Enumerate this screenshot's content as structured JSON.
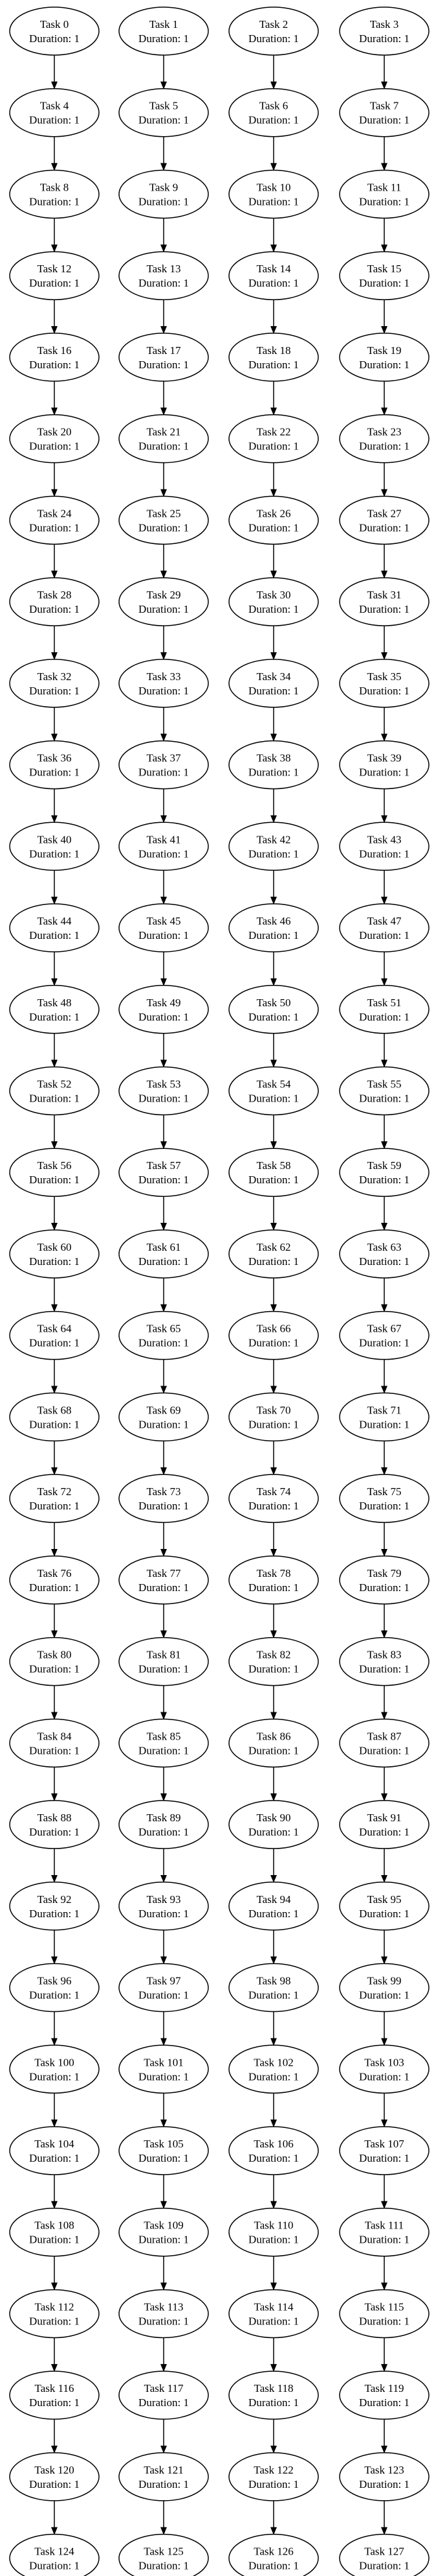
{
  "diagram": {
    "type": "dependency-graph",
    "columns": 4,
    "duration_prefix": "Duration: ",
    "line_color": "#000000",
    "fill_color": "#ffffff",
    "nodes": [
      {
        "label": "Task 0",
        "duration": 1
      },
      {
        "label": "Task 1",
        "duration": 1
      },
      {
        "label": "Task 2",
        "duration": 1
      },
      {
        "label": "Task 3",
        "duration": 1
      },
      {
        "label": "Task 4",
        "duration": 1
      },
      {
        "label": "Task 5",
        "duration": 1
      },
      {
        "label": "Task 6",
        "duration": 1
      },
      {
        "label": "Task 7",
        "duration": 1
      },
      {
        "label": "Task 8",
        "duration": 1
      },
      {
        "label": "Task 9",
        "duration": 1
      },
      {
        "label": "Task 10",
        "duration": 1
      },
      {
        "label": "Task 11",
        "duration": 1
      },
      {
        "label": "Task 12",
        "duration": 1
      },
      {
        "label": "Task 13",
        "duration": 1
      },
      {
        "label": "Task 14",
        "duration": 1
      },
      {
        "label": "Task 15",
        "duration": 1
      },
      {
        "label": "Task 16",
        "duration": 1
      },
      {
        "label": "Task 17",
        "duration": 1
      },
      {
        "label": "Task 18",
        "duration": 1
      },
      {
        "label": "Task 19",
        "duration": 1
      },
      {
        "label": "Task 20",
        "duration": 1
      },
      {
        "label": "Task 21",
        "duration": 1
      },
      {
        "label": "Task 22",
        "duration": 1
      },
      {
        "label": "Task 23",
        "duration": 1
      },
      {
        "label": "Task 24",
        "duration": 1
      },
      {
        "label": "Task 25",
        "duration": 1
      },
      {
        "label": "Task 26",
        "duration": 1
      },
      {
        "label": "Task 27",
        "duration": 1
      },
      {
        "label": "Task 28",
        "duration": 1
      },
      {
        "label": "Task 29",
        "duration": 1
      },
      {
        "label": "Task 30",
        "duration": 1
      },
      {
        "label": "Task 31",
        "duration": 1
      },
      {
        "label": "Task 32",
        "duration": 1
      },
      {
        "label": "Task 33",
        "duration": 1
      },
      {
        "label": "Task 34",
        "duration": 1
      },
      {
        "label": "Task 35",
        "duration": 1
      },
      {
        "label": "Task 36",
        "duration": 1
      },
      {
        "label": "Task 37",
        "duration": 1
      },
      {
        "label": "Task 38",
        "duration": 1
      },
      {
        "label": "Task 39",
        "duration": 1
      },
      {
        "label": "Task 40",
        "duration": 1
      },
      {
        "label": "Task 41",
        "duration": 1
      },
      {
        "label": "Task 42",
        "duration": 1
      },
      {
        "label": "Task 43",
        "duration": 1
      },
      {
        "label": "Task 44",
        "duration": 1
      },
      {
        "label": "Task 45",
        "duration": 1
      },
      {
        "label": "Task 46",
        "duration": 1
      },
      {
        "label": "Task 47",
        "duration": 1
      },
      {
        "label": "Task 48",
        "duration": 1
      },
      {
        "label": "Task 49",
        "duration": 1
      },
      {
        "label": "Task 50",
        "duration": 1
      },
      {
        "label": "Task 51",
        "duration": 1
      },
      {
        "label": "Task 52",
        "duration": 1
      },
      {
        "label": "Task 53",
        "duration": 1
      },
      {
        "label": "Task 54",
        "duration": 1
      },
      {
        "label": "Task 55",
        "duration": 1
      },
      {
        "label": "Task 56",
        "duration": 1
      },
      {
        "label": "Task 57",
        "duration": 1
      },
      {
        "label": "Task 58",
        "duration": 1
      },
      {
        "label": "Task 59",
        "duration": 1
      },
      {
        "label": "Task 60",
        "duration": 1
      },
      {
        "label": "Task 61",
        "duration": 1
      },
      {
        "label": "Task 62",
        "duration": 1
      },
      {
        "label": "Task 63",
        "duration": 1
      },
      {
        "label": "Task 64",
        "duration": 1
      },
      {
        "label": "Task 65",
        "duration": 1
      },
      {
        "label": "Task 66",
        "duration": 1
      },
      {
        "label": "Task 67",
        "duration": 1
      },
      {
        "label": "Task 68",
        "duration": 1
      },
      {
        "label": "Task 69",
        "duration": 1
      },
      {
        "label": "Task 70",
        "duration": 1
      },
      {
        "label": "Task 71",
        "duration": 1
      },
      {
        "label": "Task 72",
        "duration": 1
      },
      {
        "label": "Task 73",
        "duration": 1
      },
      {
        "label": "Task 74",
        "duration": 1
      },
      {
        "label": "Task 75",
        "duration": 1
      },
      {
        "label": "Task 76",
        "duration": 1
      },
      {
        "label": "Task 77",
        "duration": 1
      },
      {
        "label": "Task 78",
        "duration": 1
      },
      {
        "label": "Task 79",
        "duration": 1
      },
      {
        "label": "Task 80",
        "duration": 1
      },
      {
        "label": "Task 81",
        "duration": 1
      },
      {
        "label": "Task 82",
        "duration": 1
      },
      {
        "label": "Task 83",
        "duration": 1
      },
      {
        "label": "Task 84",
        "duration": 1
      },
      {
        "label": "Task 85",
        "duration": 1
      },
      {
        "label": "Task 86",
        "duration": 1
      },
      {
        "label": "Task 87",
        "duration": 1
      },
      {
        "label": "Task 88",
        "duration": 1
      },
      {
        "label": "Task 89",
        "duration": 1
      },
      {
        "label": "Task 90",
        "duration": 1
      },
      {
        "label": "Task 91",
        "duration": 1
      },
      {
        "label": "Task 92",
        "duration": 1
      },
      {
        "label": "Task 93",
        "duration": 1
      },
      {
        "label": "Task 94",
        "duration": 1
      },
      {
        "label": "Task 95",
        "duration": 1
      },
      {
        "label": "Task 96",
        "duration": 1
      },
      {
        "label": "Task 97",
        "duration": 1
      },
      {
        "label": "Task 98",
        "duration": 1
      },
      {
        "label": "Task 99",
        "duration": 1
      },
      {
        "label": "Task 100",
        "duration": 1
      },
      {
        "label": "Task 101",
        "duration": 1
      },
      {
        "label": "Task 102",
        "duration": 1
      },
      {
        "label": "Task 103",
        "duration": 1
      },
      {
        "label": "Task 104",
        "duration": 1
      },
      {
        "label": "Task 105",
        "duration": 1
      },
      {
        "label": "Task 106",
        "duration": 1
      },
      {
        "label": "Task 107",
        "duration": 1
      },
      {
        "label": "Task 108",
        "duration": 1
      },
      {
        "label": "Task 109",
        "duration": 1
      },
      {
        "label": "Task 110",
        "duration": 1
      },
      {
        "label": "Task 111",
        "duration": 1
      },
      {
        "label": "Task 112",
        "duration": 1
      },
      {
        "label": "Task 113",
        "duration": 1
      },
      {
        "label": "Task 114",
        "duration": 1
      },
      {
        "label": "Task 115",
        "duration": 1
      },
      {
        "label": "Task 116",
        "duration": 1
      },
      {
        "label": "Task 117",
        "duration": 1
      },
      {
        "label": "Task 118",
        "duration": 1
      },
      {
        "label": "Task 119",
        "duration": 1
      },
      {
        "label": "Task 120",
        "duration": 1
      },
      {
        "label": "Task 121",
        "duration": 1
      },
      {
        "label": "Task 122",
        "duration": 1
      },
      {
        "label": "Task 123",
        "duration": 1
      },
      {
        "label": "Task 124",
        "duration": 1
      },
      {
        "label": "Task 125",
        "duration": 1
      },
      {
        "label": "Task 126",
        "duration": 1
      },
      {
        "label": "Task 127",
        "duration": 1
      }
    ],
    "edges": [
      [
        "Task 0",
        "Task 4"
      ],
      [
        "Task 1",
        "Task 5"
      ],
      [
        "Task 2",
        "Task 6"
      ],
      [
        "Task 3",
        "Task 7"
      ],
      [
        "Task 4",
        "Task 8"
      ],
      [
        "Task 5",
        "Task 9"
      ],
      [
        "Task 6",
        "Task 10"
      ],
      [
        "Task 7",
        "Task 11"
      ],
      [
        "Task 8",
        "Task 12"
      ],
      [
        "Task 9",
        "Task 13"
      ],
      [
        "Task 10",
        "Task 14"
      ],
      [
        "Task 11",
        "Task 15"
      ],
      [
        "Task 12",
        "Task 16"
      ],
      [
        "Task 13",
        "Task 17"
      ],
      [
        "Task 14",
        "Task 18"
      ],
      [
        "Task 15",
        "Task 19"
      ],
      [
        "Task 16",
        "Task 20"
      ],
      [
        "Task 17",
        "Task 21"
      ],
      [
        "Task 18",
        "Task 22"
      ],
      [
        "Task 19",
        "Task 23"
      ],
      [
        "Task 20",
        "Task 24"
      ],
      [
        "Task 21",
        "Task 25"
      ],
      [
        "Task 22",
        "Task 26"
      ],
      [
        "Task 23",
        "Task 27"
      ],
      [
        "Task 24",
        "Task 28"
      ],
      [
        "Task 25",
        "Task 29"
      ],
      [
        "Task 26",
        "Task 30"
      ],
      [
        "Task 27",
        "Task 31"
      ],
      [
        "Task 28",
        "Task 32"
      ],
      [
        "Task 29",
        "Task 33"
      ],
      [
        "Task 30",
        "Task 34"
      ],
      [
        "Task 31",
        "Task 35"
      ],
      [
        "Task 32",
        "Task 36"
      ],
      [
        "Task 33",
        "Task 37"
      ],
      [
        "Task 34",
        "Task 38"
      ],
      [
        "Task 35",
        "Task 39"
      ],
      [
        "Task 36",
        "Task 40"
      ],
      [
        "Task 37",
        "Task 41"
      ],
      [
        "Task 38",
        "Task 42"
      ],
      [
        "Task 39",
        "Task 43"
      ],
      [
        "Task 40",
        "Task 44"
      ],
      [
        "Task 41",
        "Task 45"
      ],
      [
        "Task 42",
        "Task 46"
      ],
      [
        "Task 43",
        "Task 47"
      ],
      [
        "Task 44",
        "Task 48"
      ],
      [
        "Task 45",
        "Task 49"
      ],
      [
        "Task 46",
        "Task 50"
      ],
      [
        "Task 47",
        "Task 51"
      ],
      [
        "Task 48",
        "Task 52"
      ],
      [
        "Task 49",
        "Task 53"
      ],
      [
        "Task 50",
        "Task 54"
      ],
      [
        "Task 51",
        "Task 55"
      ],
      [
        "Task 52",
        "Task 56"
      ],
      [
        "Task 53",
        "Task 57"
      ],
      [
        "Task 54",
        "Task 58"
      ],
      [
        "Task 55",
        "Task 59"
      ],
      [
        "Task 56",
        "Task 60"
      ],
      [
        "Task 57",
        "Task 61"
      ],
      [
        "Task 58",
        "Task 62"
      ],
      [
        "Task 59",
        "Task 63"
      ],
      [
        "Task 60",
        "Task 64"
      ],
      [
        "Task 61",
        "Task 65"
      ],
      [
        "Task 62",
        "Task 66"
      ],
      [
        "Task 63",
        "Task 67"
      ],
      [
        "Task 64",
        "Task 68"
      ],
      [
        "Task 65",
        "Task 69"
      ],
      [
        "Task 66",
        "Task 70"
      ],
      [
        "Task 67",
        "Task 71"
      ],
      [
        "Task 68",
        "Task 72"
      ],
      [
        "Task 69",
        "Task 73"
      ],
      [
        "Task 70",
        "Task 74"
      ],
      [
        "Task 71",
        "Task 75"
      ],
      [
        "Task 72",
        "Task 76"
      ],
      [
        "Task 73",
        "Task 77"
      ],
      [
        "Task 74",
        "Task 78"
      ],
      [
        "Task 75",
        "Task 79"
      ],
      [
        "Task 76",
        "Task 80"
      ],
      [
        "Task 77",
        "Task 81"
      ],
      [
        "Task 78",
        "Task 82"
      ],
      [
        "Task 79",
        "Task 83"
      ],
      [
        "Task 80",
        "Task 84"
      ],
      [
        "Task 81",
        "Task 85"
      ],
      [
        "Task 82",
        "Task 86"
      ],
      [
        "Task 83",
        "Task 87"
      ],
      [
        "Task 84",
        "Task 88"
      ],
      [
        "Task 85",
        "Task 89"
      ],
      [
        "Task 86",
        "Task 90"
      ],
      [
        "Task 87",
        "Task 91"
      ],
      [
        "Task 88",
        "Task 92"
      ],
      [
        "Task 89",
        "Task 93"
      ],
      [
        "Task 90",
        "Task 94"
      ],
      [
        "Task 91",
        "Task 95"
      ],
      [
        "Task 92",
        "Task 96"
      ],
      [
        "Task 93",
        "Task 97"
      ],
      [
        "Task 94",
        "Task 98"
      ],
      [
        "Task 95",
        "Task 99"
      ],
      [
        "Task 96",
        "Task 100"
      ],
      [
        "Task 97",
        "Task 101"
      ],
      [
        "Task 98",
        "Task 102"
      ],
      [
        "Task 99",
        "Task 103"
      ],
      [
        "Task 100",
        "Task 104"
      ],
      [
        "Task 101",
        "Task 105"
      ],
      [
        "Task 102",
        "Task 106"
      ],
      [
        "Task 103",
        "Task 107"
      ],
      [
        "Task 104",
        "Task 108"
      ],
      [
        "Task 105",
        "Task 109"
      ],
      [
        "Task 106",
        "Task 110"
      ],
      [
        "Task 107",
        "Task 111"
      ],
      [
        "Task 108",
        "Task 112"
      ],
      [
        "Task 109",
        "Task 113"
      ],
      [
        "Task 110",
        "Task 114"
      ],
      [
        "Task 111",
        "Task 115"
      ],
      [
        "Task 112",
        "Task 116"
      ],
      [
        "Task 113",
        "Task 117"
      ],
      [
        "Task 114",
        "Task 118"
      ],
      [
        "Task 115",
        "Task 119"
      ],
      [
        "Task 116",
        "Task 120"
      ],
      [
        "Task 117",
        "Task 121"
      ],
      [
        "Task 118",
        "Task 122"
      ],
      [
        "Task 119",
        "Task 123"
      ],
      [
        "Task 120",
        "Task 124"
      ],
      [
        "Task 121",
        "Task 125"
      ],
      [
        "Task 122",
        "Task 126"
      ],
      [
        "Task 123",
        "Task 127"
      ]
    ]
  }
}
